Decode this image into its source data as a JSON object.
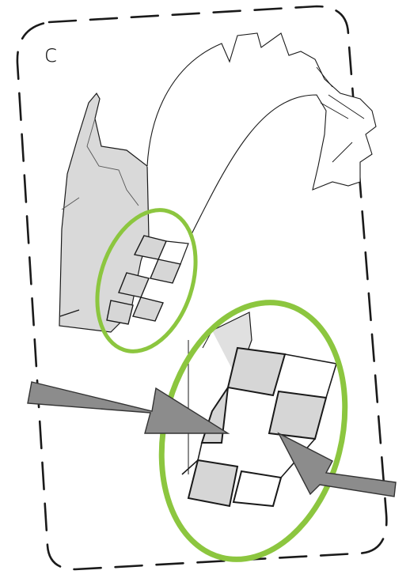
{
  "figure": {
    "panel_label": "c",
    "colors": {
      "outline": "#1a1a1a",
      "fold_gray": "#d9d9d9",
      "fold_gray_dark": "#c6c6c6",
      "highlight_ellipse": "#8cc63f",
      "arrow": "#8c8c8c"
    },
    "icons": [
      "dashed-frame",
      "folded-paper-hand",
      "green-highlight-ellipse",
      "gray-arrow"
    ]
  }
}
